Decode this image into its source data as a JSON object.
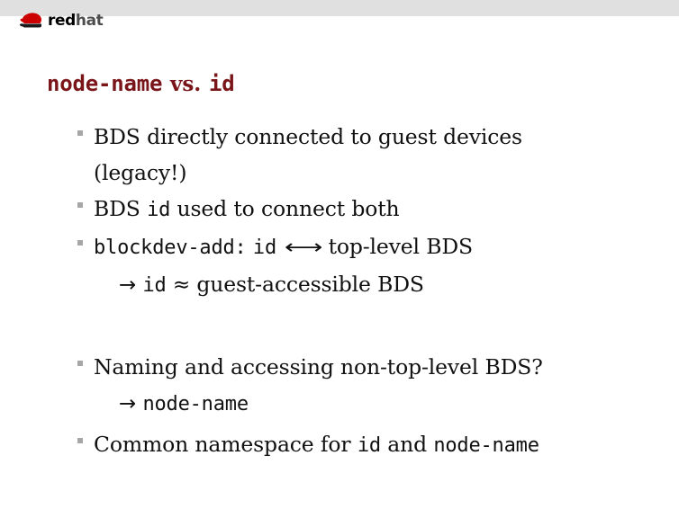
{
  "brand": {
    "logo_icon": "redhat-shadowman-icon",
    "name_bold": "red",
    "name_light": "hat",
    "logo_color": "#cc0000",
    "band_color": "#e0e0e0"
  },
  "slide": {
    "title_parts": {
      "code_1": "node-name",
      "emphasis": "vs.",
      "code_2": "id"
    },
    "title_color": "#7a1519",
    "bullet_color": "#a6a6a6",
    "text_color": "#111111"
  },
  "content": {
    "bullet_1": {
      "line_1_text": "BDS directly connected to guest devices",
      "line_2_text": "(legacy!)"
    },
    "bullet_2": {
      "pre": "BDS ",
      "code": "id",
      "post": " used to connect both"
    },
    "bullet_3": {
      "code_1": "blockdev-add:",
      "code_2": "id",
      "arrow": "⟷",
      "post": "top-level BDS",
      "sub": {
        "arrow": "→",
        "code": "id",
        "approx": "≈",
        "text": "guest-accessible BDS"
      }
    },
    "bullet_4": {
      "text": "Naming and accessing non-top-level BDS?",
      "sub": {
        "arrow": "→",
        "code": "node-name"
      }
    },
    "bullet_5": {
      "pre": "Common namespace for ",
      "code_1": "id",
      "mid": " and ",
      "code_2": "node-name"
    }
  }
}
